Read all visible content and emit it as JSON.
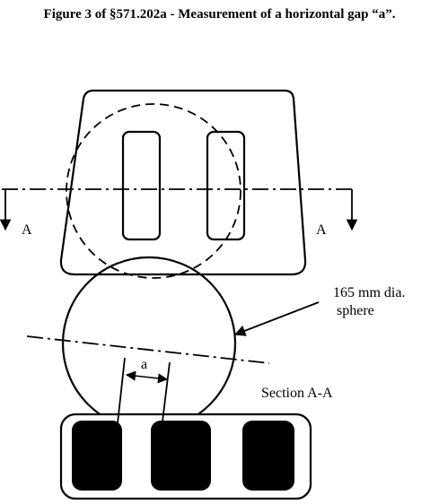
{
  "figure": {
    "title": "Figure 3 of §571.202a  - Measurement of a horizontal gap “a”."
  },
  "labels": {
    "section_left": "A",
    "section_right": "A",
    "sphere_line1": "165 mm dia.",
    "sphere_line2": "sphere",
    "gap": "a",
    "section_title": "Section A-A"
  },
  "colors": {
    "ink": "#000000",
    "background": "#ffffff"
  }
}
